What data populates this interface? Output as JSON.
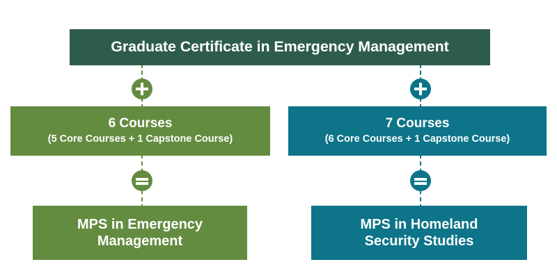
{
  "diagram": {
    "header": {
      "title": "Graduate Certificate in Emergency Management",
      "color": "#2e5c4c"
    },
    "tracks": [
      {
        "id": "emergency-management",
        "color": "#648c40",
        "operator_top": {
          "icon": "plus-icon",
          "symbol": "+"
        },
        "courses": {
          "count_label": "6 Courses",
          "breakdown_label": "(5 Core Courses + 1 Capstone Course)",
          "total_courses": 6,
          "core_courses": 5,
          "capstone_courses": 1
        },
        "operator_bottom": {
          "icon": "equals-icon",
          "symbol": "="
        },
        "degree": {
          "line1": "MPS in Emergency",
          "line2": "Management",
          "full": "MPS in Emergency Management"
        }
      },
      {
        "id": "homeland-security-studies",
        "color": "#0d7489",
        "operator_top": {
          "icon": "plus-icon",
          "symbol": "+"
        },
        "courses": {
          "count_label": "7 Courses",
          "breakdown_label": "(6 Core Courses + 1 Capstone Course)",
          "total_courses": 7,
          "core_courses": 6,
          "capstone_courses": 1
        },
        "operator_bottom": {
          "icon": "equals-icon",
          "symbol": "="
        },
        "degree": {
          "line1": "MPS in  Homeland",
          "line2": "Security Studies",
          "full": "MPS in Homeland Security Studies"
        }
      }
    ]
  }
}
